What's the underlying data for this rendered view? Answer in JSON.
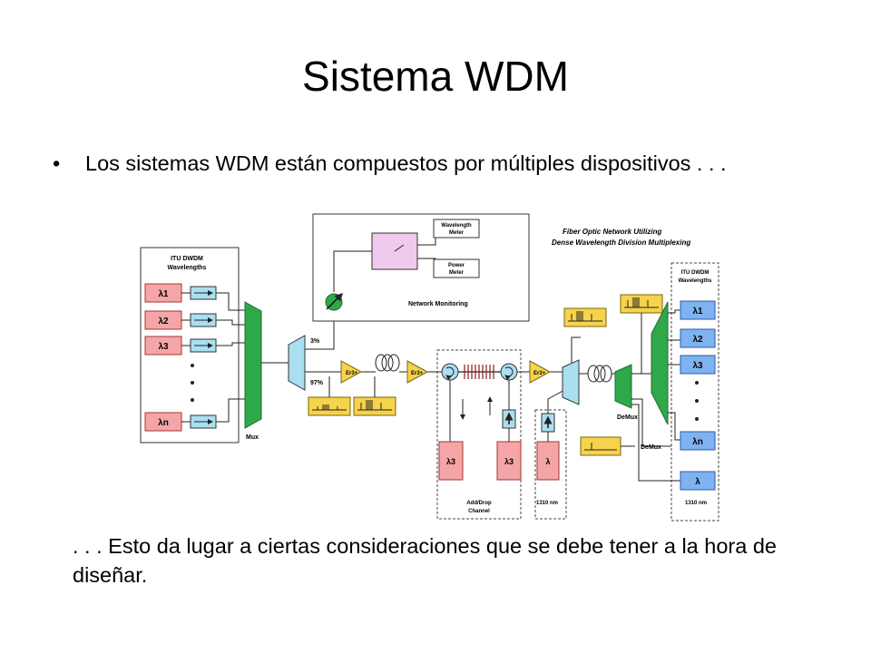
{
  "slide": {
    "title": "Sistema WDM",
    "bullet": "Los sistemas WDM están compuestos por múltiples dispositivos . . .",
    "outro": ". . . Esto da lugar a ciertas consideraciones que se debe tener a la hora de diseñar."
  },
  "diagram": {
    "title_line1": "Fiber Optic Network Utilizing",
    "title_line2": "Dense Wavelength Division Multiplexing",
    "itu_line1": "ITU DWDM",
    "itu_line2": "Wavelengths",
    "lambda_in": [
      "λ1",
      "λ2",
      "λ3",
      "λn"
    ],
    "lambda_out": [
      "λ1",
      "λ2",
      "λ3",
      "λn"
    ],
    "mux": "Mux",
    "demux": "DeMux",
    "demux2": "DeMux",
    "amp": "Er3+",
    "tap_3": "3%",
    "tap_97": "97%",
    "wavelength_meter": "Wavelength Meter",
    "power_meter": "Power Meter",
    "network_monitoring": "Network Monitoring",
    "adddrop_line1": "Add/Drop",
    "adddrop_line2": "Channel",
    "lambda3": "λ3",
    "lambda": "λ",
    "nm1310": "1310 nm",
    "nm1310_right": "1310 nm"
  },
  "colors": {
    "pink": "#f4a6a6",
    "blue": "#7fb2f0",
    "green": "#2fa84a",
    "cyan": "#a9dff0",
    "yellow": "#f5d34a",
    "lavender": "#f0c9ee"
  }
}
